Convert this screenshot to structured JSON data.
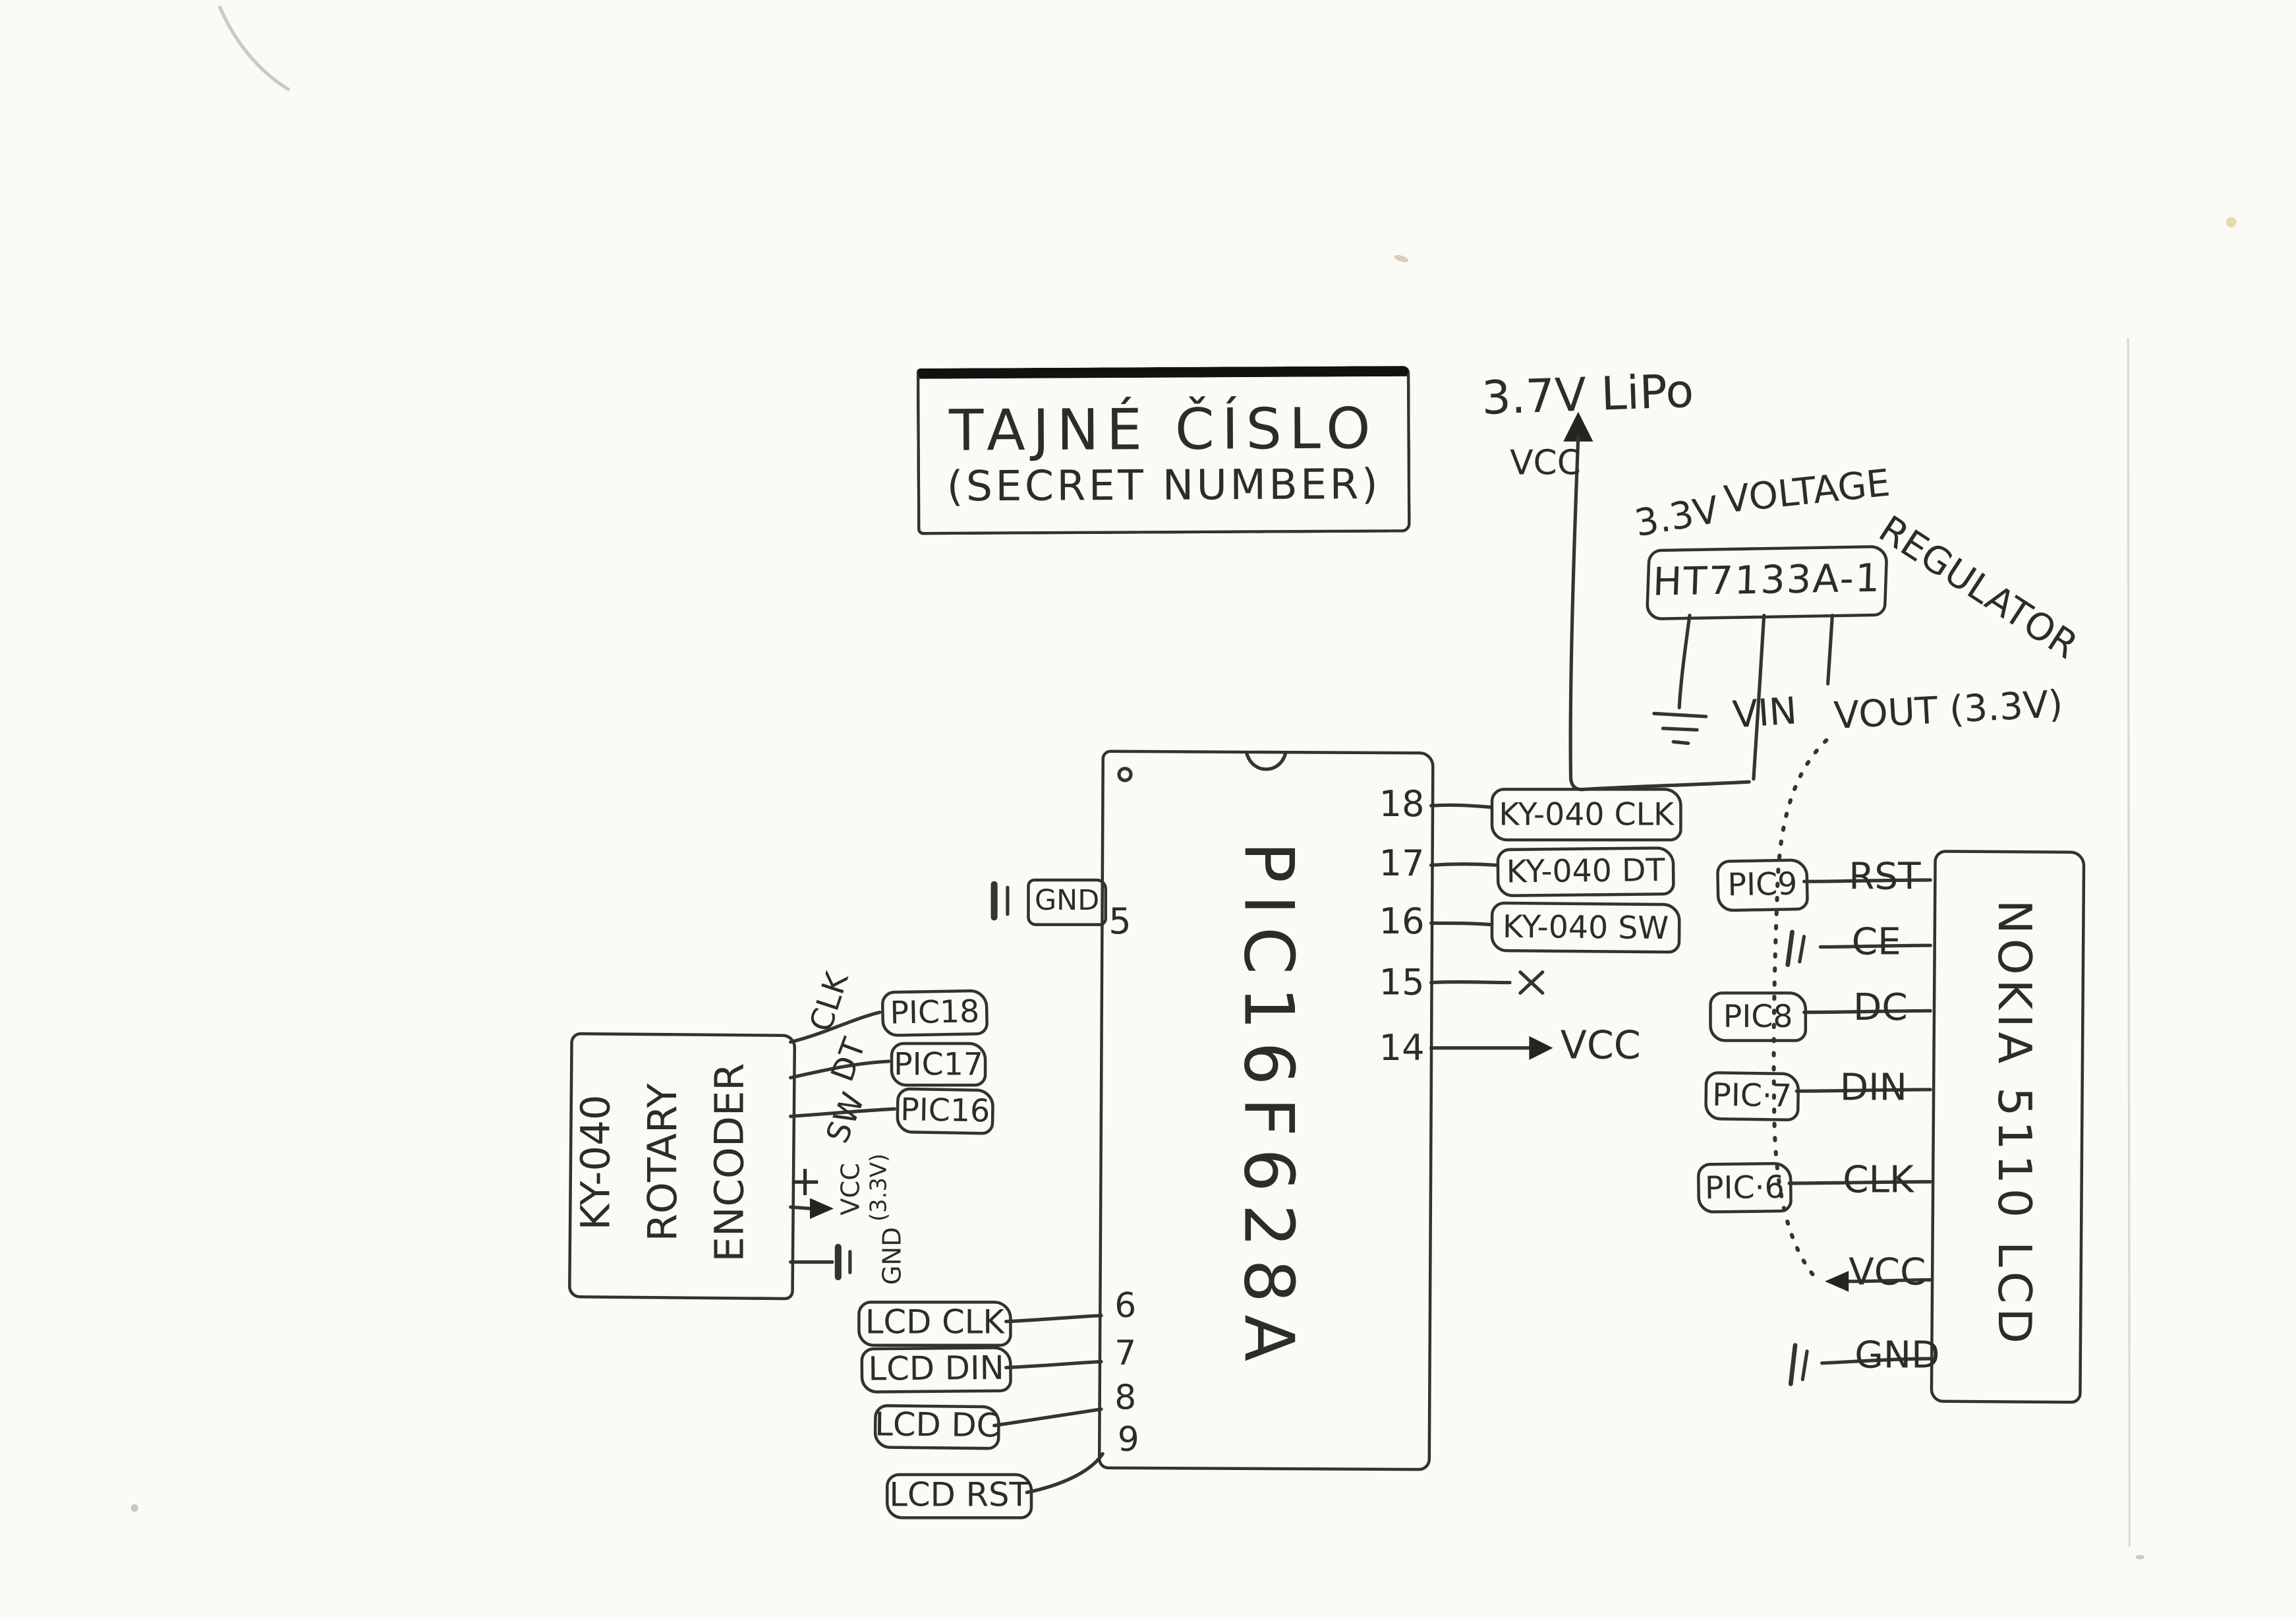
{
  "colors": {
    "ink": "#34322e",
    "paper": "#fbfaf6"
  },
  "title": {
    "line1": "TAJNÉ ČÍSLO",
    "line2": "(SECRET NUMBER)"
  },
  "power": {
    "battery": "3.7V LiPo",
    "battery_pin": "VCC",
    "reg_title_a": "3.3V",
    "reg_title_b": "VOLTAGE",
    "reg_title_c": "REGULATOR",
    "reg_part": "HT7133A-1",
    "vin": "VIN",
    "vout": "VOUT (3.3V)"
  },
  "mcu": {
    "part": "PIC16F628A",
    "gnd": "GND",
    "pin5": "5",
    "pin6": "6",
    "pin7": "7",
    "pin8": "8",
    "pin9": "9",
    "pin14": "14",
    "pin15": "15",
    "pin16": "16",
    "pin17": "17",
    "pin18": "18",
    "pin15_mark": "x",
    "pin14_net": "VCC"
  },
  "mcu_right_nets": {
    "clk": "KY-040 CLK",
    "dt": "KY-040 DT",
    "sw": "KY-040 SW"
  },
  "lcd_nets": {
    "clk": "LCD CLK",
    "din": "LCD DIN",
    "dc": "LCD DC",
    "rst": "LCD RST"
  },
  "encoder": {
    "line1": "KY-040",
    "line2": "ROTARY",
    "line3": "ENCODER",
    "clk": "CLK",
    "dt": "DT",
    "sw": "SW",
    "plus": "+",
    "vcc": "VCC",
    "vcc_volt": "(3.3V)",
    "gnd": "GND",
    "pic18": "PIC18",
    "pic17": "PIC17",
    "pic16": "PIC16"
  },
  "nokia": {
    "name": "NOKIA 5110 LCD",
    "rst": "RST",
    "ce": "CE",
    "dc": "DC",
    "din": "DIN",
    "clk": "CLK",
    "vcc": "VCC",
    "gnd": "GND",
    "pic9": "PIC9",
    "pic8": "PIC8",
    "pic7": "PIC·7",
    "pic6": "PIC·6"
  }
}
